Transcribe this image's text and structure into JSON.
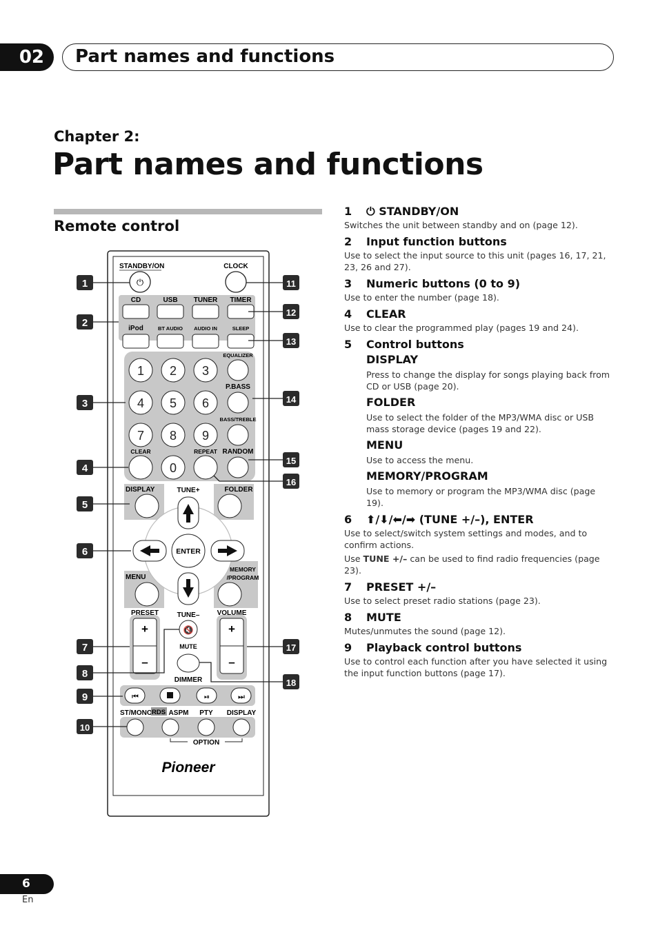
{
  "header": {
    "chapter_number": "02",
    "running_title": "Part names and functions"
  },
  "chapter_label": "Chapter 2:",
  "page_title": "Part names and functions",
  "section_title": "Remote control",
  "remote": {
    "callouts": [
      "1",
      "2",
      "3",
      "4",
      "5",
      "6",
      "7",
      "8",
      "9",
      "10",
      "11",
      "12",
      "13",
      "14",
      "15",
      "16",
      "17",
      "18"
    ],
    "labels": {
      "standby": "STANDBY/ON",
      "clock": "CLOCK",
      "cd": "CD",
      "usb": "USB",
      "tuner": "TUNER",
      "timer": "TIMER",
      "ipod": "iPod",
      "bt_audio": "BT AUDIO",
      "audio_in": "AUDIO IN",
      "sleep": "SLEEP",
      "equalizer": "EQUALIZER",
      "pbass": "P.BASS",
      "bass_treble": "BASS/TREBLE",
      "clear": "CLEAR",
      "repeat": "REPEAT",
      "random": "RANDOM",
      "display": "DISPLAY",
      "tune_plus": "TUNE+",
      "folder": "FOLDER",
      "enter": "ENTER",
      "menu": "MENU",
      "memory": "MEMORY",
      "program": "/PROGRAM",
      "preset": "PRESET",
      "tune_minus": "TUNE–",
      "volume": "VOLUME",
      "mute": "MUTE",
      "dimmer": "DIMMER",
      "st_mono": "ST/MONO",
      "rds": "RDS",
      "aspm": "ASPM",
      "pty": "PTY",
      "display2": "DISPLAY",
      "option": "OPTION",
      "brand": "Pioneer",
      "digits": [
        "1",
        "2",
        "3",
        "4",
        "5",
        "6",
        "7",
        "8",
        "9",
        "0"
      ],
      "plus": "+",
      "minus": "–"
    }
  },
  "items": [
    {
      "num": "1",
      "title": "⏻ STANDBY/ON",
      "body": [
        "Switches the unit between standby and on (page 12)."
      ]
    },
    {
      "num": "2",
      "title": "Input function buttons",
      "body": [
        "Use to select the input source to this unit (pages 16, 17, 21, 23, 26 and 27)."
      ]
    },
    {
      "num": "3",
      "title": "Numeric buttons (0 to 9)",
      "body": [
        "Use to enter the number (page 18)."
      ]
    },
    {
      "num": "4",
      "title": "CLEAR",
      "body": [
        "Use to clear the programmed play (pages 19 and 24)."
      ]
    },
    {
      "num": "5",
      "title": "Control buttons",
      "subs": [
        {
          "title": "DISPLAY",
          "body": "Press to change the display for songs playing back from CD or USB (page 20)."
        },
        {
          "title": "FOLDER",
          "body": "Use to select the folder of the MP3/WMA disc or USB mass storage device (pages 19 and 22)."
        },
        {
          "title": "MENU",
          "body": "Use to access the menu."
        },
        {
          "title": "MEMORY/PROGRAM",
          "body": "Use to memory or program the MP3/WMA disc (page 19)."
        }
      ]
    },
    {
      "num": "6",
      "title": "⬆/⬇/⬅/➡ (TUNE +/–), ENTER",
      "body": [
        "Use to select/switch system settings and modes, and to confirm actions."
      ],
      "body2_prefix": "Use ",
      "body2_bold": "TUNE +/–",
      "body2_suffix": " can be used to find radio frequencies (page 23)."
    },
    {
      "num": "7",
      "title": "PRESET +/–",
      "body": [
        "Use to select preset radio stations (page 23)."
      ]
    },
    {
      "num": "8",
      "title": "MUTE",
      "body": [
        "Mutes/unmutes the sound (page 12)."
      ]
    },
    {
      "num": "9",
      "title": "Playback control buttons",
      "body": [
        "Use to control each function after you have selected it using the input function buttons (page 17)."
      ]
    }
  ],
  "footer": {
    "page_number": "6",
    "language": "En"
  }
}
